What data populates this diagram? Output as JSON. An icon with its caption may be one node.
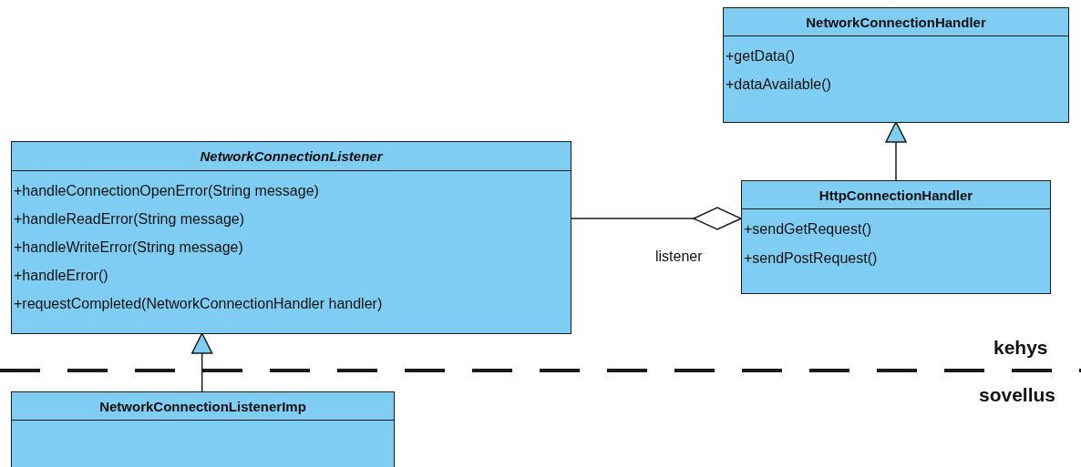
{
  "diagram": {
    "nodes": [
      {
        "text": [
          "NetworkConnectionHandler",
          "+getData()",
          "+dataAvailable()"
        ]
      },
      {
        "text": [
          "NetworkConnectionListener",
          "+handleConnectionOpenError(String message)",
          "+handleReadError(String message)",
          "+handleWriteError(String message)",
          "+handleError()",
          "+requestCompleted(NetworkConnectionHandler handler)"
        ]
      },
      {
        "text": [
          "HttpConnectionHandler",
          "+sendGetRequest()",
          "+sendPostRequest()"
        ]
      },
      {
        "text": [
          "NetworkConnectionListenerImp"
        ]
      }
    ],
    "edges": [
      {
        "from": 2,
        "to": 0,
        "arrow": "to"
      },
      {
        "from": 3,
        "to": 1,
        "arrow": "to"
      },
      {
        "from": 1,
        "to": 2,
        "arrow": "other",
        "label": "listener"
      }
    ],
    "labels": [
      "kehys",
      "sovellus"
    ]
  }
}
